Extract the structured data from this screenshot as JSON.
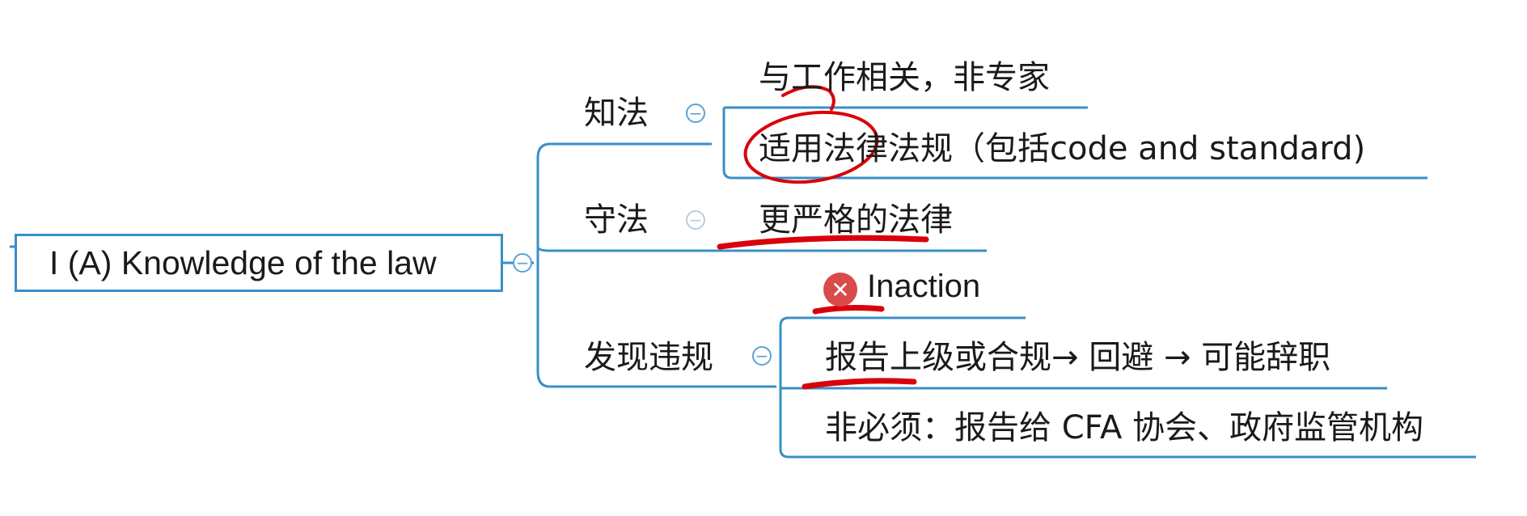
{
  "root": {
    "label": "I (A) Knowledge of the law"
  },
  "branches": [
    {
      "label": "知法",
      "children": [
        {
          "label": "与工作相关，非专家"
        },
        {
          "label": "适用法律法规（包括code and standard)"
        }
      ]
    },
    {
      "label": "守法",
      "children": [
        {
          "label": "更严格的法律"
        }
      ]
    },
    {
      "label": "发现违规",
      "children": [
        {
          "label": "Inaction",
          "badge": "error-icon"
        },
        {
          "label": "报告上级或合规→ 回避 → 可能辞职"
        },
        {
          "label": "非必须：报告给 CFA 协会、政府监管机构"
        }
      ]
    }
  ],
  "colors": {
    "connector": "#3a8fc7",
    "annotation": "#d9000b",
    "badge": "#d94a4a"
  }
}
